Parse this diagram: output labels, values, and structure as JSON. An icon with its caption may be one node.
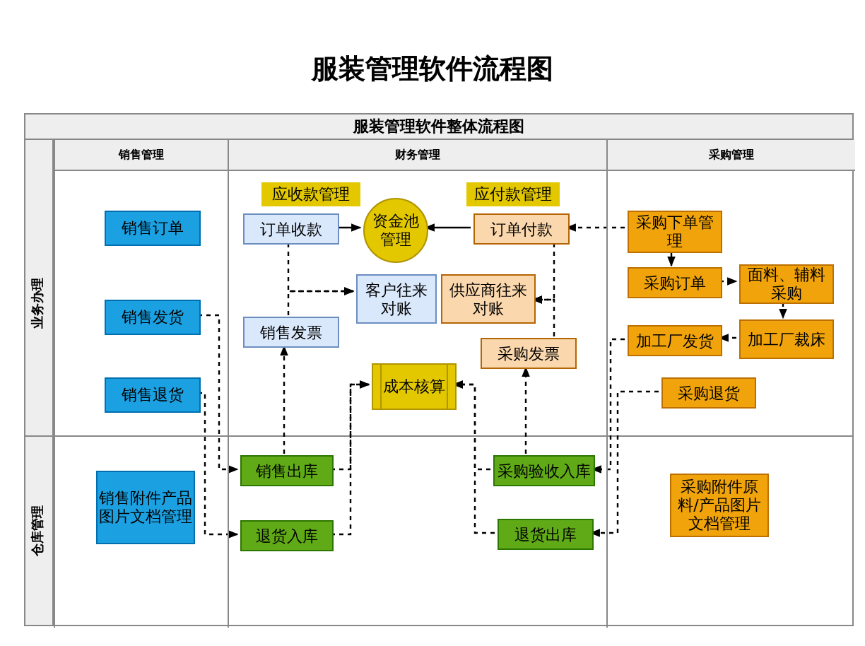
{
  "diagram": {
    "title": "服装管理软件流程图",
    "nodes": [
      {
        "text": [
          "服装管理软件整体流程图"
        ]
      },
      {
        "text": [
          "销售管理"
        ],
        "in": 0
      },
      {
        "text": [
          "财务管理"
        ],
        "in": 0
      },
      {
        "text": [
          "采购管理"
        ],
        "in": 0
      },
      {
        "text": [
          "销售订单"
        ],
        "in": 1
      },
      {
        "text": [
          "销售发货"
        ],
        "in": 1
      },
      {
        "text": [
          "销售退货"
        ],
        "in": 1
      },
      {
        "text": [
          "销售附件产品图片文档管理"
        ],
        "in": 1
      },
      {
        "text": [
          "应收款管理"
        ],
        "in": 2
      },
      {
        "text": [
          "应付款管理"
        ],
        "in": 2
      },
      {
        "text": [
          "订单收款"
        ],
        "in": 2
      },
      {
        "text": [
          "资金池管理"
        ],
        "in": 2
      },
      {
        "text": [
          "订单付款"
        ],
        "in": 2
      },
      {
        "text": [
          "客户往来对账"
        ],
        "in": 2
      },
      {
        "text": [
          "供应商往来对账"
        ],
        "in": 2
      },
      {
        "text": [
          "销售发票"
        ],
        "in": 2
      },
      {
        "text": [
          "采购发票"
        ],
        "in": 2
      },
      {
        "text": [
          "成本核算"
        ],
        "in": 2
      },
      {
        "text": [
          "销售出库"
        ],
        "in": 2
      },
      {
        "text": [
          "退货入库"
        ],
        "in": 2
      },
      {
        "text": [
          "采购验收入库"
        ],
        "in": 2
      },
      {
        "text": [
          "退货出库"
        ],
        "in": 2
      },
      {
        "text": [
          "采购下单管理"
        ],
        "in": 3
      },
      {
        "text": [
          "采购订单"
        ],
        "in": 3
      },
      {
        "text": [
          "面料、辅料采购"
        ],
        "in": 3
      },
      {
        "text": [
          "加工厂发货"
        ],
        "in": 3
      },
      {
        "text": [
          "加工厂裁床"
        ],
        "in": 3
      },
      {
        "text": [
          "采购退货"
        ],
        "in": 3
      },
      {
        "text": [
          "采购附件原料/产品图片文档管理"
        ],
        "in": 3
      }
    ],
    "edges": [
      {
        "from": 10,
        "to": 11,
        "arrow": "to"
      },
      {
        "from": 12,
        "to": 11,
        "arrow": "to"
      },
      {
        "from": 22,
        "to": 12,
        "arrow": "to",
        "style": "dashed"
      },
      {
        "from": 22,
        "to": 23,
        "arrow": "to"
      },
      {
        "from": 23,
        "to": 24,
        "arrow": "to",
        "style": "dashed"
      },
      {
        "from": 24,
        "to": 26,
        "arrow": "to",
        "style": "dashed"
      },
      {
        "from": 26,
        "to": 25,
        "arrow": "to",
        "style": "dashed"
      },
      {
        "from": 10,
        "to": 13,
        "arrow": "to",
        "style": "dashed"
      },
      {
        "from": 15,
        "to": 13,
        "arrow": "to",
        "style": "dashed"
      },
      {
        "from": 12,
        "to": 14,
        "arrow": "to",
        "style": "dashed"
      },
      {
        "from": 16,
        "to": 14,
        "arrow": "to",
        "style": "dashed"
      },
      {
        "from": 18,
        "to": 15,
        "arrow": "to",
        "style": "dashed"
      },
      {
        "from": 20,
        "to": 16,
        "arrow": "to",
        "style": "dashed"
      },
      {
        "from": 18,
        "to": 17,
        "arrow": "to",
        "style": "dashed"
      },
      {
        "from": 19,
        "to": 17,
        "arrow": "to",
        "style": "dashed"
      },
      {
        "from": 20,
        "to": 17,
        "arrow": "to",
        "style": "dashed"
      },
      {
        "from": 21,
        "to": 17,
        "arrow": "to",
        "style": "dashed"
      },
      {
        "from": 5,
        "to": 18,
        "arrow": "to",
        "style": "dashed"
      },
      {
        "from": 6,
        "to": 19,
        "arrow": "to",
        "style": "dashed"
      },
      {
        "from": 25,
        "to": 20,
        "arrow": "to",
        "style": "dashed"
      },
      {
        "from": 27,
        "to": 21,
        "arrow": "to",
        "style": "dashed"
      }
    ],
    "labels": [
      "业务办理",
      "仓库管理"
    ]
  }
}
